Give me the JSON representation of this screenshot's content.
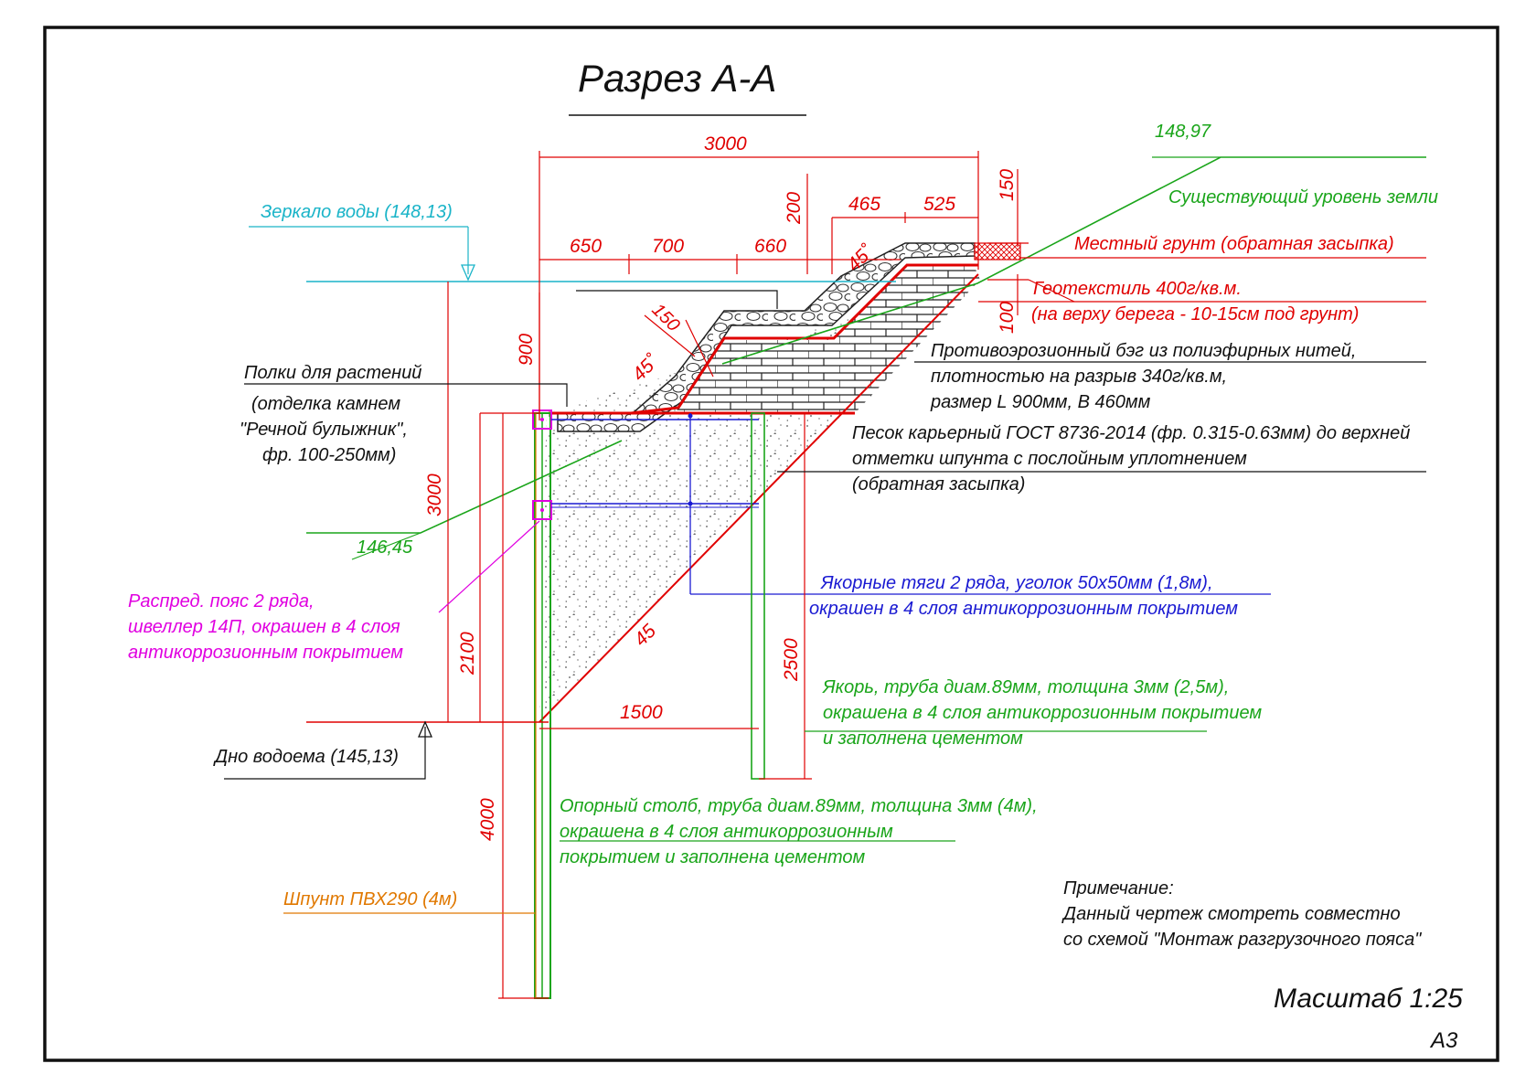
{
  "title": "Разрез А-А",
  "levels": {
    "water": "Зеркало воды (148,13)",
    "top": "148,97",
    "mid": "146,45",
    "bottom": "Дно водоема (145,13)"
  },
  "dimensions": {
    "d3000_top": "3000",
    "d650": "650",
    "d700": "700",
    "d660": "660",
    "d200": "200",
    "d465": "465",
    "d525": "525",
    "d150_top": "150",
    "d150_slope": "150",
    "d100": "100",
    "d900": "900",
    "d3000_left": "3000",
    "d2100": "2100",
    "d4000": "4000",
    "d2500": "2500",
    "d1500": "1500",
    "a45_1": "45˚",
    "a45_2": "45˚",
    "a45_3": "45"
  },
  "labels": {
    "ground": "Существующий уровень земли",
    "local_soil": "Местный грунт (обратная засыпка)",
    "geotextile_1": "Геотекстиль 400г/кв.м.",
    "geotextile_2": "(на верху берега - 10-15см под грунт)",
    "bag_1": "Противоэрозионный бэг из полиэфирных нитей,",
    "bag_2": "плотностью на разрыв 340г/кв.м,",
    "bag_3": "размер L 900мм, B 460мм",
    "sand_1": "Песок карьерный ГОСТ 8736-2014 (фр. 0.315-0.63мм) до верхней",
    "sand_2": "отметки шпунта с послойным уплотнением",
    "sand_3": "(обратная засыпка)",
    "shelves_1": "Полки для растений",
    "shelves_2": "(отделка камнем",
    "shelves_3": "\"Речной булыжник\",",
    "shelves_4": "фр. 100-250мм)",
    "belt_1": "Распред. пояс 2 ряда,",
    "belt_2": "швеллер 14П, окрашен в 4 слоя",
    "belt_3": "антикоррозионным покрытием",
    "tie_1": "Якорные тяги 2 ряда, уголок 50х50мм (1,8м),",
    "tie_2": "окрашен в 4 слоя антикоррозионным покрытием",
    "anchor_1": "Якорь, труба диам.89мм, толщина 3мм (2,5м),",
    "anchor_2": "окрашена в 4 слоя антикоррозионным покрытием",
    "anchor_3": "и заполнена цементом",
    "post_1": "Опорный столб, труба диам.89мм, толщина 3мм (4м),",
    "post_2": "окрашена в 4 слоя антикоррозионным",
    "post_3": "покрытием и заполнена цементом",
    "sheet_pile": "Шпунт ПВХ290 (4м)"
  },
  "note": {
    "head": "Примечание:",
    "line1": "Данный чертеж смотреть совместно",
    "line2": "со схемой \"Монтаж разгрузочного пояса\""
  },
  "scale": "Масштаб 1:25",
  "sheet": "А3",
  "colors": {
    "dim": "#e00000",
    "ground": "#1aa51a",
    "water": "#1ab4c8",
    "tie": "#1a1ad2",
    "belt": "#e000e0",
    "pile": "#e07800"
  }
}
